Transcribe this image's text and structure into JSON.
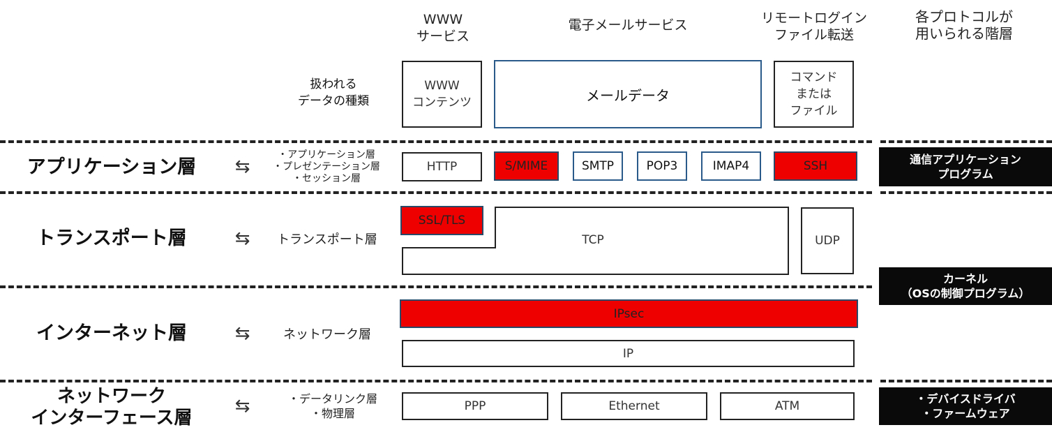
{
  "headers": {
    "www_service": "WWW\nサービス",
    "email_service": "電子メールサービス",
    "remote": "リモートログイン\nファイル転送",
    "protocol_layer": "各プロトコルが\n用いられる階層"
  },
  "data_types": {
    "label": "扱われる\nデータの種類",
    "www_contents": "WWW\nコンテンツ",
    "mail_data": "メールデータ",
    "command_file": "コマンド\nまたは\nファイル"
  },
  "layers": {
    "application": "アプリケーション層",
    "transport": "トランスポート層",
    "internet": "インターネット層",
    "network_interface": "ネットワーク\nインターフェース層"
  },
  "arrow": "⇆",
  "osi": {
    "application": "・アプリケーション層\n・プレゼンテーション層\n・セッション層",
    "transport": "トランスポート層",
    "network": "ネットワーク層",
    "datalink": "・データリンク層\n・物理層"
  },
  "protocols": {
    "http": "HTTP",
    "smime": "S/MIME",
    "smtp": "SMTP",
    "pop3": "POP3",
    "imap4": "IMAP4",
    "ssh": "SSH",
    "ssl_tls": "SSL/TLS",
    "tcp": "TCP",
    "udp": "UDP",
    "ipsec": "IPsec",
    "ip": "IP",
    "ppp": "PPP",
    "ethernet": "Ethernet",
    "atm": "ATM"
  },
  "right_labels": {
    "app_program": "通信アプリケーション\nプログラム",
    "kernel": "カーネル\n（OSの制御プログラム）",
    "driver": "・デバイスドライバ\n・ファームウェア"
  },
  "colors": {
    "highlight": "#ee0000",
    "border_blue": "#2a5a8a",
    "black_label": "#0a0a0a"
  }
}
